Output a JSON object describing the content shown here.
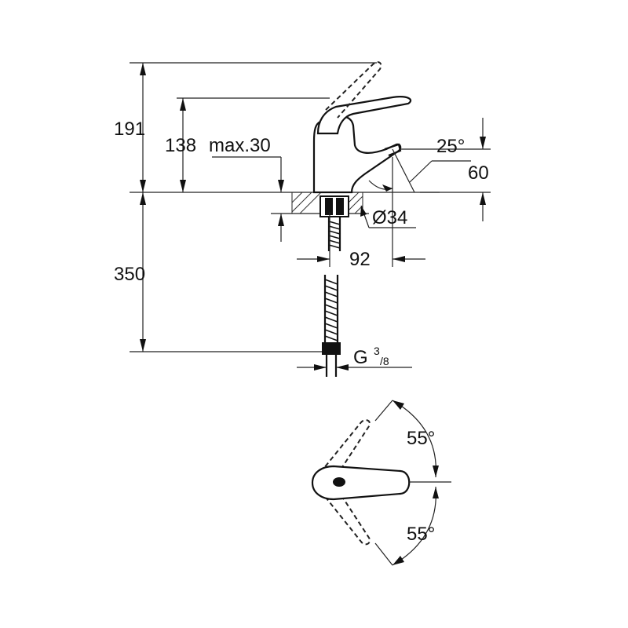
{
  "dimensions": {
    "total_height": "191",
    "spout_height": "138",
    "deck_thickness": "max.30",
    "spout_angle": "25°",
    "spout_outlet_height": "60",
    "hole_diameter": "Ø34",
    "reach": "92",
    "hose_length": "350",
    "connection_base": "G",
    "connection_sup": "3",
    "connection_sub": "/8",
    "lever_rotation_top": "55°",
    "lever_rotation_bottom": "55°"
  },
  "colors": {
    "line": "#111111",
    "background": "#ffffff"
  }
}
